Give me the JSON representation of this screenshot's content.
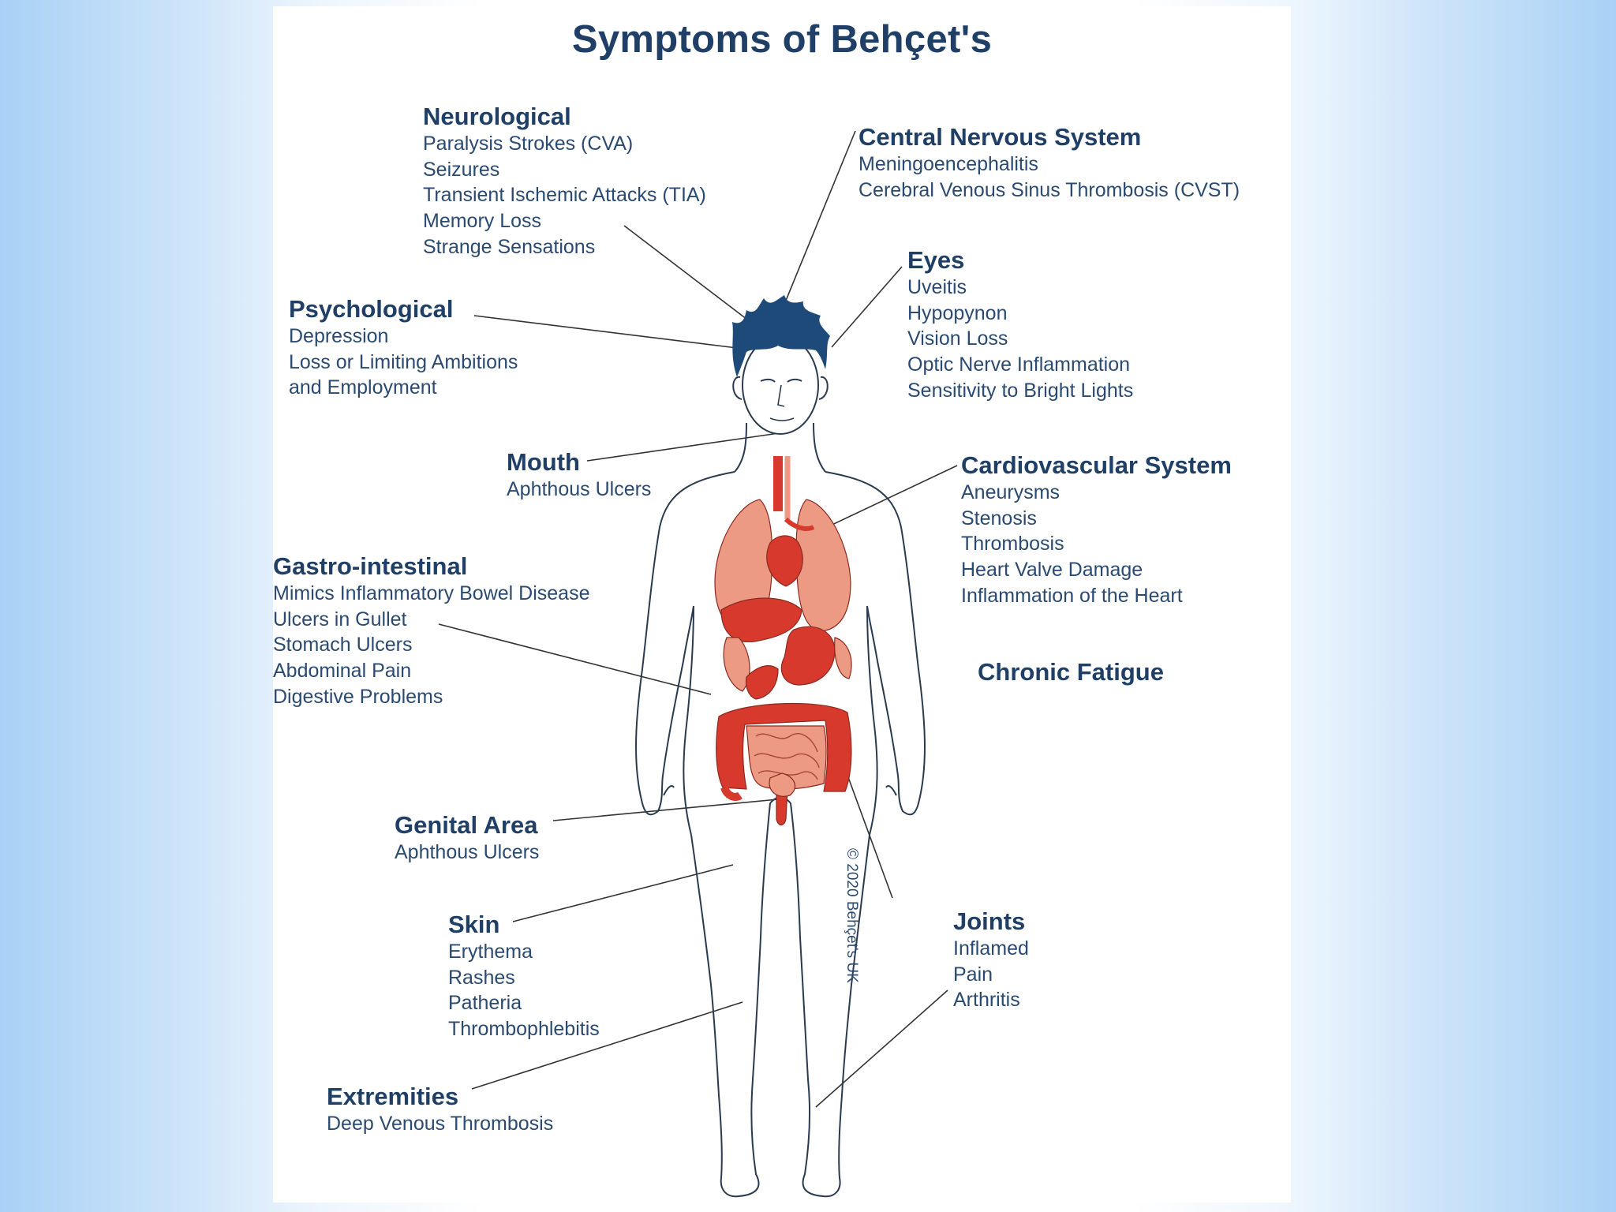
{
  "title": "Symptoms of Behçet's",
  "groups": {
    "neurological": {
      "heading": "Neurological",
      "items": [
        "Paralysis Strokes (CVA)",
        "Seizures",
        "Transient Ischemic Attacks (TIA)",
        "Memory Loss",
        "Strange Sensations"
      ]
    },
    "cns": {
      "heading": "Central Nervous System",
      "items": [
        "Meningoencephalitis",
        "Cerebral Venous Sinus Thrombosis (CVST)"
      ]
    },
    "eyes": {
      "heading": "Eyes",
      "items": [
        "Uveitis",
        "Hypopynon",
        "Vision Loss",
        "Optic Nerve Inflammation",
        "Sensitivity to Bright Lights"
      ]
    },
    "psychological": {
      "heading": "Psychological",
      "items": [
        "Depression",
        "Loss or Limiting Ambitions",
        "and Employment"
      ]
    },
    "mouth": {
      "heading": "Mouth",
      "items": [
        "Aphthous Ulcers"
      ]
    },
    "cardiovascular": {
      "heading": "Cardiovascular System",
      "items": [
        "Aneurysms",
        "Stenosis",
        "Thrombosis",
        "Heart Valve Damage",
        "Inflammation of the Heart"
      ]
    },
    "gastro": {
      "heading": "Gastro-intestinal",
      "items": [
        "Mimics Inflammatory Bowel Disease",
        "Ulcers in Gullet",
        "Stomach Ulcers",
        "Abdominal Pain",
        "Digestive Problems"
      ]
    },
    "genital": {
      "heading": "Genital Area",
      "items": [
        "Aphthous Ulcers"
      ]
    },
    "skin": {
      "heading": "Skin",
      "items": [
        "Erythema",
        "Rashes",
        "Patheria",
        "Thrombophlebitis"
      ]
    },
    "joints": {
      "heading": "Joints",
      "items": [
        "Inflamed",
        "Pain",
        "Arthritis"
      ]
    },
    "extremities": {
      "heading": "Extremities",
      "items": [
        "Deep Venous Thrombosis"
      ]
    }
  },
  "chronic_fatigue": "Chronic Fatigue",
  "copyright": "© 2020 Behçet's UK",
  "colors": {
    "text": "#1f3f66",
    "hair": "#1d4a78",
    "organ_dark": "#d73a2c",
    "organ_light": "#ec9a84",
    "outline": "#2b3b4f"
  }
}
